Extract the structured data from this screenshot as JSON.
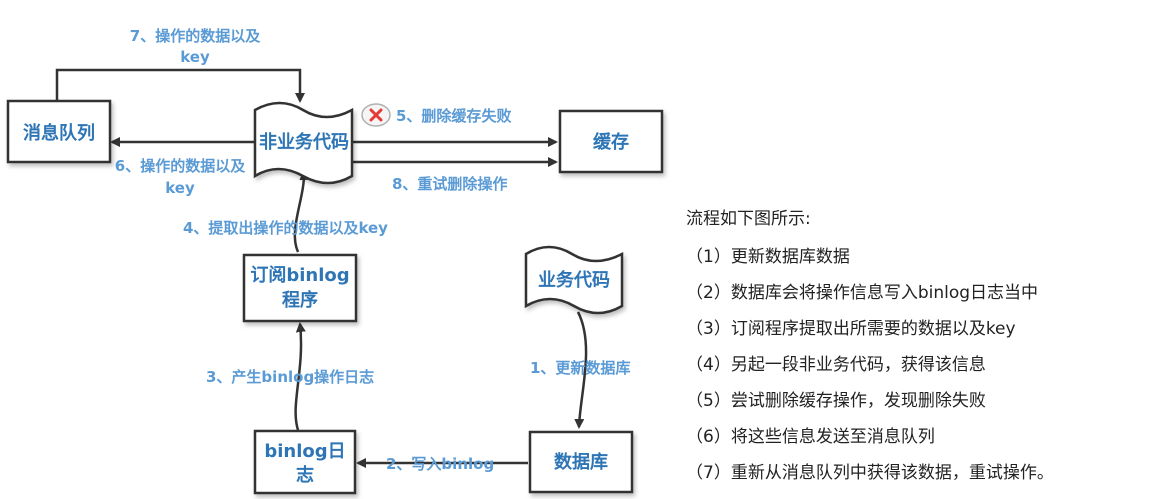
{
  "diagram": {
    "nodes": {
      "mq": "消息队列",
      "nonbiz": "非业务代码",
      "cache": "缓存",
      "subscriber_l1": "订阅binlog",
      "subscriber_l2": "程序",
      "biz": "业务代码",
      "binlog_l1": "binlog日",
      "binlog_l2": "志",
      "db": "数据库"
    },
    "edges": {
      "e7_l1": "7、操作的数据以及",
      "e7_l2": "key",
      "e6_l1": "6、操作的数据以及",
      "e6_l2": "key",
      "e5": "5、删除缓存失败",
      "e8": "8、重试删除操作",
      "e4": "4、提取出操作的数据以及key",
      "e3": "3、产生binlog操作日志",
      "e1": "1、更新数据库",
      "e2": "2、写入binlog"
    }
  },
  "steps": {
    "title": "流程如下图所示:",
    "items": [
      "（1）更新数据库数据",
      "（2）数据库会将操作信息写入binlog日志当中",
      "（3）订阅程序提取出所需要的数据以及key",
      "（4）另起一段非业务代码，获得该信息",
      "（5）尝试删除缓存操作，发现删除失败",
      "（6）将这些信息发送至消息队列",
      "（7）重新从消息队列中获得该数据，重试操作。"
    ]
  },
  "colors": {
    "box_text": "#2e75b6",
    "label_text": "#5b9bd5",
    "stroke": "#333333",
    "fail_icon": "#e53935"
  },
  "icons": {
    "fail": "x-circle-icon"
  }
}
